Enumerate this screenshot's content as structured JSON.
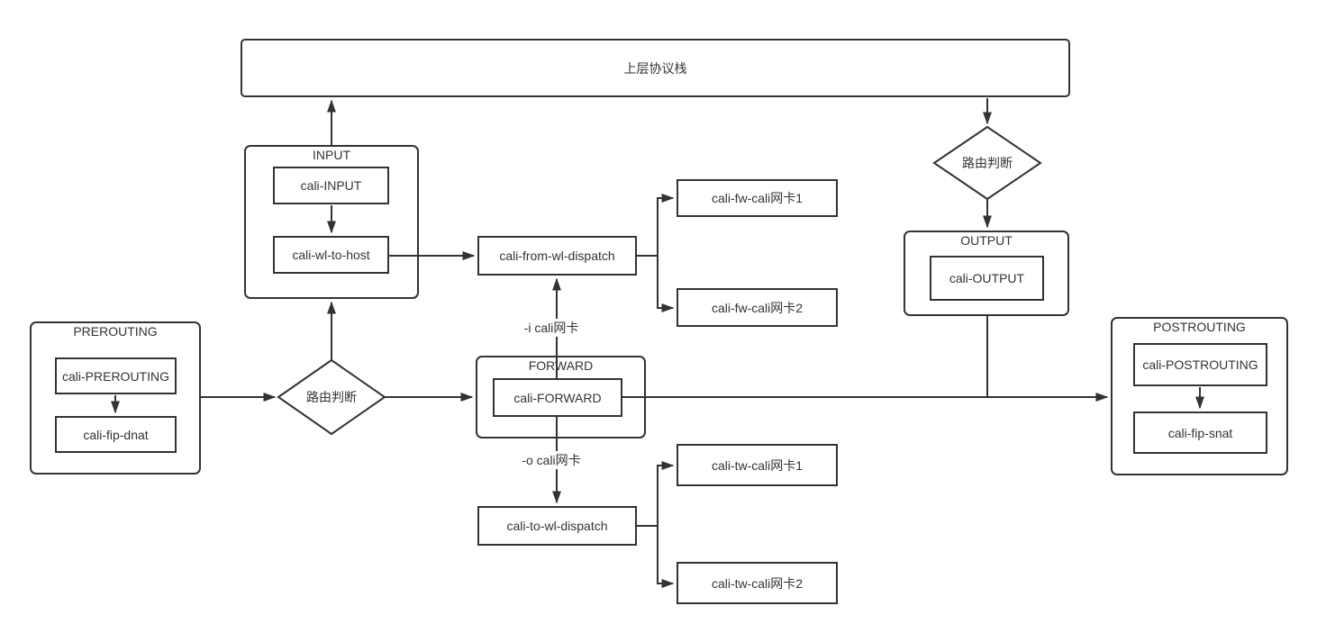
{
  "diagram": {
    "colors": {
      "stroke": "#333333",
      "text": "#333333",
      "node_fill": "#ffffff",
      "background": "#ffffff"
    },
    "nodes": {
      "protocol_stack": "上层协议栈",
      "input_group": "INPUT",
      "cali_input": "cali-INPUT",
      "cali_wl_to_host": "cali-wl-to-host",
      "prerouting_group": "PREROUTING",
      "cali_prerouting": "cali-PREROUTING",
      "cali_fip_dnat": "cali-fip-dnat",
      "route_decision_left": "路由判断",
      "route_decision_right": "路由判断",
      "forward_group": "FORWARD",
      "cali_forward": "cali-FORWARD",
      "cali_from_wl_dispatch": "cali-from-wl-dispatch",
      "cali_fw_nic1": "cali-fw-cali网卡1",
      "cali_fw_nic2": "cali-fw-cali网卡2",
      "cali_to_wl_dispatch": "cali-to-wl-dispatch",
      "cali_tw_nic1": "cali-tw-cali网卡1",
      "cali_tw_nic2": "cali-tw-cali网卡2",
      "output_group": "OUTPUT",
      "cali_output": "cali-OUTPUT",
      "postrouting_group": "POSTROUTING",
      "cali_postrouting": "cali-POSTROUTING",
      "cali_fip_snat": "cali-fip-snat"
    },
    "edge_labels": {
      "in_interface": "-i cali网卡",
      "out_interface": "-o cali网卡"
    }
  }
}
